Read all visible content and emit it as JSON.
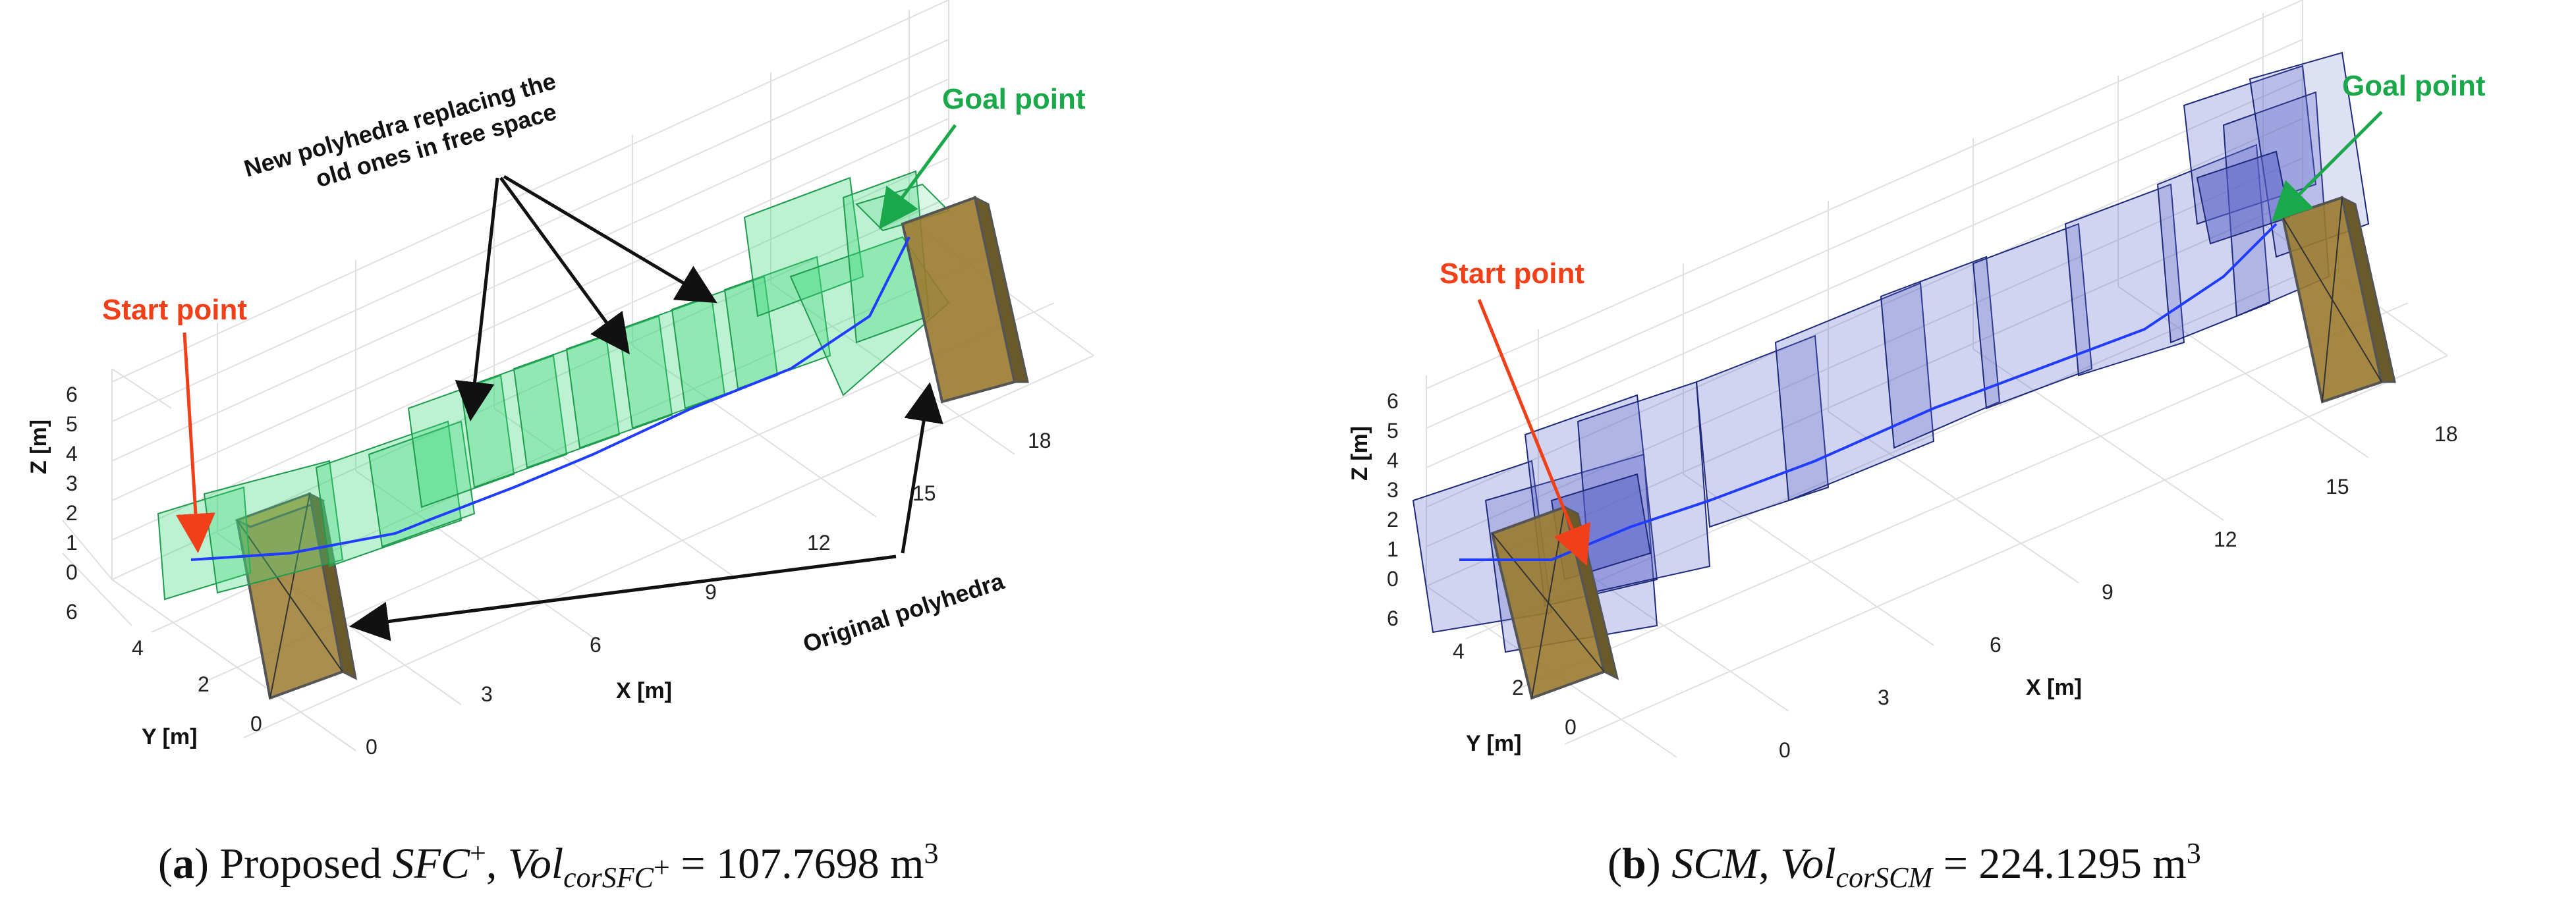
{
  "panel_a": {
    "caption": {
      "letter": "a",
      "text_before": "Proposed",
      "method": "SFC",
      "method_sup": "+",
      "vol_base": "Vol",
      "vol_sub": "corSFC",
      "vol_sub_sup": "+",
      "equals": "=",
      "value": "107.7698",
      "unit": "m",
      "unit_sup": "3"
    },
    "annotations": {
      "start": "Start point",
      "goal": "Goal point",
      "new_polyhedra_line1": "New polyhedra replacing the",
      "new_polyhedra_line2": "old ones in free space",
      "original": "Original polyhedra"
    },
    "axes": {
      "x_label": "X [m]",
      "y_label": "Y [m]",
      "z_label": "Z [m]",
      "x_ticks": [
        "0",
        "3",
        "6",
        "9",
        "12",
        "15",
        "18"
      ],
      "y_ticks": [
        "0",
        "2",
        "4",
        "6"
      ],
      "z_ticks": [
        "0",
        "1",
        "2",
        "3",
        "4",
        "5",
        "6"
      ]
    }
  },
  "panel_b": {
    "caption": {
      "letter": "b",
      "method": "SCM",
      "vol_base": "Vol",
      "vol_sub": "corSCM",
      "equals": "=",
      "value": "224.1295",
      "unit": "m",
      "unit_sup": "3"
    },
    "annotations": {
      "start": "Start point",
      "goal": "Goal point"
    },
    "axes": {
      "x_label": "X [m]",
      "y_label": "Y [m]",
      "z_label": "Z [m]",
      "x_ticks": [
        "0",
        "3",
        "6",
        "9",
        "12",
        "15",
        "18"
      ],
      "y_ticks": [
        "0",
        "2",
        "4",
        "6"
      ],
      "z_ticks": [
        "0",
        "1",
        "2",
        "3",
        "4",
        "5",
        "6"
      ]
    }
  },
  "colors": {
    "green_fill": "#3fd67a",
    "green_edge": "#1f9a4f",
    "blue_fill": "#5a63c8",
    "blue_edge": "#1f2a7a",
    "obstacle_fill": "#9a7a2e",
    "start_red": "#f0401a",
    "goal_green": "#1aa84a",
    "path_blue": "#1f3cff"
  }
}
